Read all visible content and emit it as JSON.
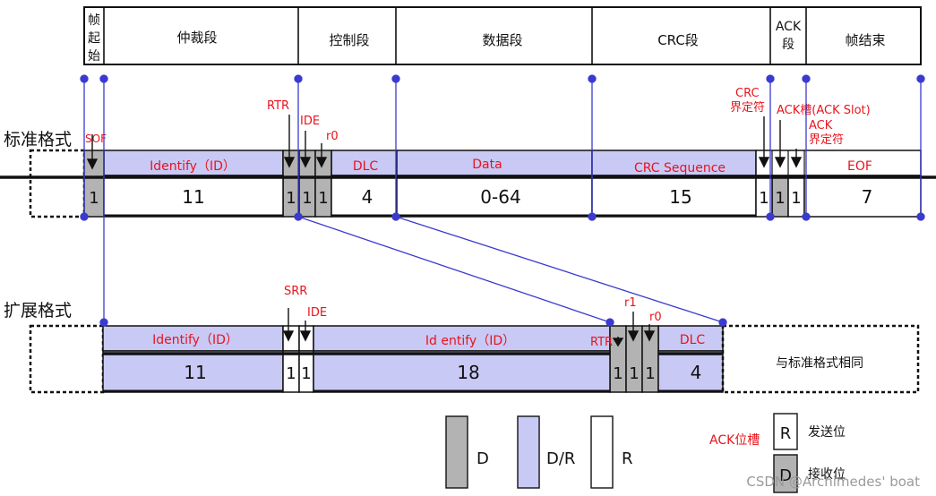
{
  "header": {
    "sof": [
      "帧",
      "起",
      "始"
    ],
    "arbitration": "仲裁段",
    "control": "控制段",
    "data": "数据段",
    "crc": "CRC段",
    "ack": [
      "ACK",
      "段"
    ],
    "eof": "帧结束"
  },
  "standard": {
    "title": "标准格式",
    "labels": {
      "sof": "SOF",
      "rtr": "RTR",
      "ide": "IDE",
      "r0": "r0",
      "crc_delim": [
        "CRC",
        "界定符"
      ],
      "ack_slot": "ACK槽(ACK Slot)",
      "ack_delim": [
        "ACK",
        "界定符"
      ]
    },
    "fields": {
      "identify": "Identify（ID）",
      "dlc": "DLC",
      "data": "Data",
      "crc_seq": "CRC Sequence",
      "eof": "EOF"
    },
    "bits": {
      "sof": "1",
      "id": "11",
      "rtr": "1",
      "ide": "1",
      "r0": "1",
      "dlc": "4",
      "data": "0-64",
      "crc": "15",
      "crc_delim": "1",
      "ack_slot": "1",
      "ack_delim": "1",
      "eof": "7"
    }
  },
  "extended": {
    "title": "扩展格式",
    "labels": {
      "srr": "SRR",
      "ide": "IDE",
      "r1": "r1",
      "r0": "r0",
      "rtr": "RTR"
    },
    "fields": {
      "identify": "Identify（ID）",
      "identify2": "Id entify（ID）",
      "dlc": "DLC",
      "same": "与标准格式相同"
    },
    "bits": {
      "id": "11",
      "srr": "1",
      "ide": "1",
      "id2": "18",
      "rtr": "1",
      "r1": "1",
      "r0": "1",
      "dlc": "4"
    }
  },
  "legend": {
    "d": "D",
    "dr": "D/R",
    "r": "R",
    "ack_title": "ACK位槽",
    "ack_r": "R",
    "ack_r_label": "发送位",
    "ack_d": "D",
    "ack_d_label": "接收位"
  },
  "watermark": "CSDN @Archimedes' boat",
  "colors": {
    "dominant": "#b3b3b3",
    "data_fill": "#c9c9f6",
    "connector": "#3a3ad0",
    "label_red": "#e8141c"
  }
}
